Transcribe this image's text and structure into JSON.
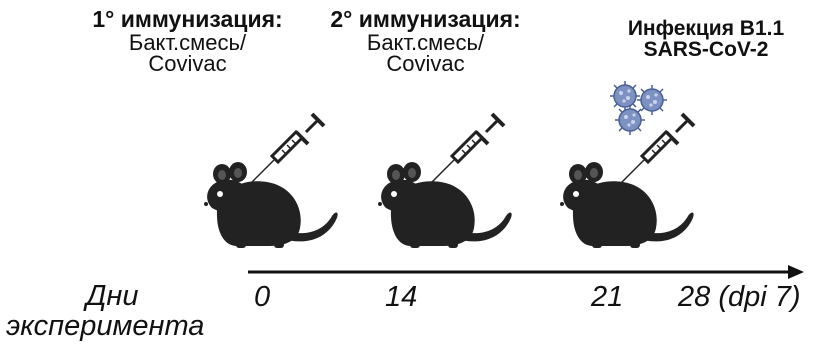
{
  "stages": [
    {
      "title": "1° иммунизация:",
      "line1": "Бакт.смесь/",
      "line2": "Covivac"
    },
    {
      "title": "2° иммунизация:",
      "line1": "Бакт.смесь/",
      "line2": "Covivac"
    },
    {
      "title": "Инфекция B1.1",
      "line2": "SARS-CoV-2"
    }
  ],
  "axis": {
    "label_line1": "Дни",
    "label_line2": "эксперимента",
    "ticks": [
      "0",
      "14",
      "21",
      "28 (dpi 7)"
    ]
  },
  "icons": [
    "mouse-icon",
    "syringe-icon",
    "virus-icon"
  ],
  "colors": {
    "mouse": "#222222",
    "virus": "#6f86b8",
    "line": "#111111"
  }
}
